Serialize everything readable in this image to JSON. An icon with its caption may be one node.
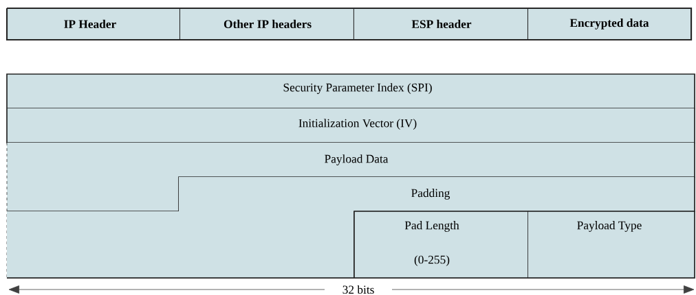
{
  "diagram": {
    "nodes": [
      {
        "text": [
          "IP Header"
        ]
      },
      {
        "text": [
          "Other IP headers"
        ]
      },
      {
        "text": [
          "ESP header"
        ]
      },
      {
        "text": [
          "Encrypted data"
        ]
      },
      {
        "text": [
          "Security Parameter Index (SPI)"
        ]
      },
      {
        "text": [
          "Initialization Vector (IV)"
        ]
      },
      {
        "text": [
          "Payload Data"
        ]
      },
      {
        "text": [
          "Padding"
        ]
      },
      {
        "text": [
          "Pad Length",
          "(0-255)"
        ]
      },
      {
        "text": [
          "Payload Type"
        ]
      }
    ],
    "labels": [
      "32 bits"
    ]
  }
}
